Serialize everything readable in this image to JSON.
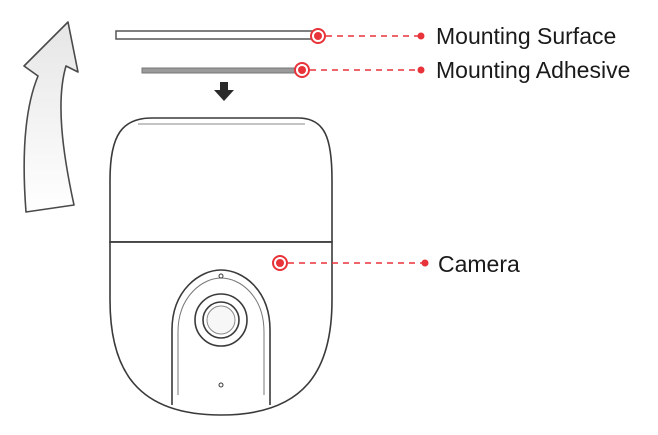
{
  "labels": {
    "mounting_surface": "Mounting Surface",
    "mounting_adhesive": "Mounting Adhesive",
    "camera": "Camera"
  },
  "colors": {
    "callout": "#e8333a",
    "outline": "#3a3a3a",
    "arrow_fill": "#eeeeee"
  },
  "icons": {
    "rotate_arrow": "curved-up-arrow-icon",
    "down_arrow": "down-arrow-icon"
  }
}
